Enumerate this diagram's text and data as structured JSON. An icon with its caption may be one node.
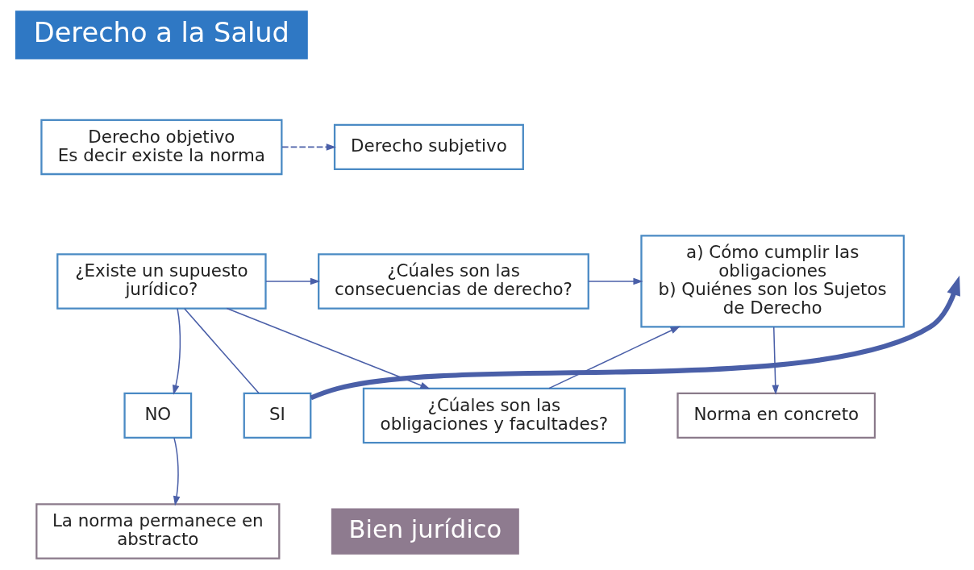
{
  "diagram": {
    "nodes": [
      {
        "text": [
          "Derecho a la Salud"
        ]
      },
      {
        "text": [
          "Derecho objetivo",
          "Es decir existe la norma"
        ]
      },
      {
        "text": [
          "Derecho subjetivo"
        ]
      },
      {
        "text": [
          "¿Existe un supuesto jurídico?"
        ]
      },
      {
        "text": [
          "¿Cúales son las consecuencias de derecho?"
        ]
      },
      {
        "text": [
          "a) Cómo cumplir las obligaciones",
          "b) Quiénes son los Sujetos de Derecho"
        ]
      },
      {
        "text": [
          "NO"
        ]
      },
      {
        "text": [
          "¿Cúales son las obligaciones y facultades?"
        ]
      },
      {
        "text": [
          "Norma en concreto"
        ]
      },
      {
        "text": [
          "SI"
        ]
      },
      {
        "text": [
          "La norma permanece en abstracto"
        ]
      },
      {
        "text": [
          "Bien jurídico"
        ]
      }
    ],
    "edges": [
      {
        "from": 1,
        "to": 2,
        "arrow": "to",
        "style": "dashed"
      },
      {
        "from": 3,
        "to": 4,
        "arrow": "to"
      },
      {
        "from": 3,
        "to": 7,
        "arrow": "to"
      },
      {
        "from": 3,
        "to": 6,
        "arrow": "to"
      },
      {
        "from": 3,
        "to": 9,
        "arrow": "none"
      },
      {
        "from": 9,
        "to": null,
        "arrow": "to",
        "style": "thick"
      },
      {
        "from": 4,
        "to": 5,
        "arrow": "to"
      },
      {
        "from": 7,
        "to": 5,
        "arrow": "to"
      },
      {
        "from": 5,
        "to": 8,
        "arrow": "to"
      },
      {
        "from": 6,
        "to": 10,
        "arrow": "to"
      }
    ]
  }
}
